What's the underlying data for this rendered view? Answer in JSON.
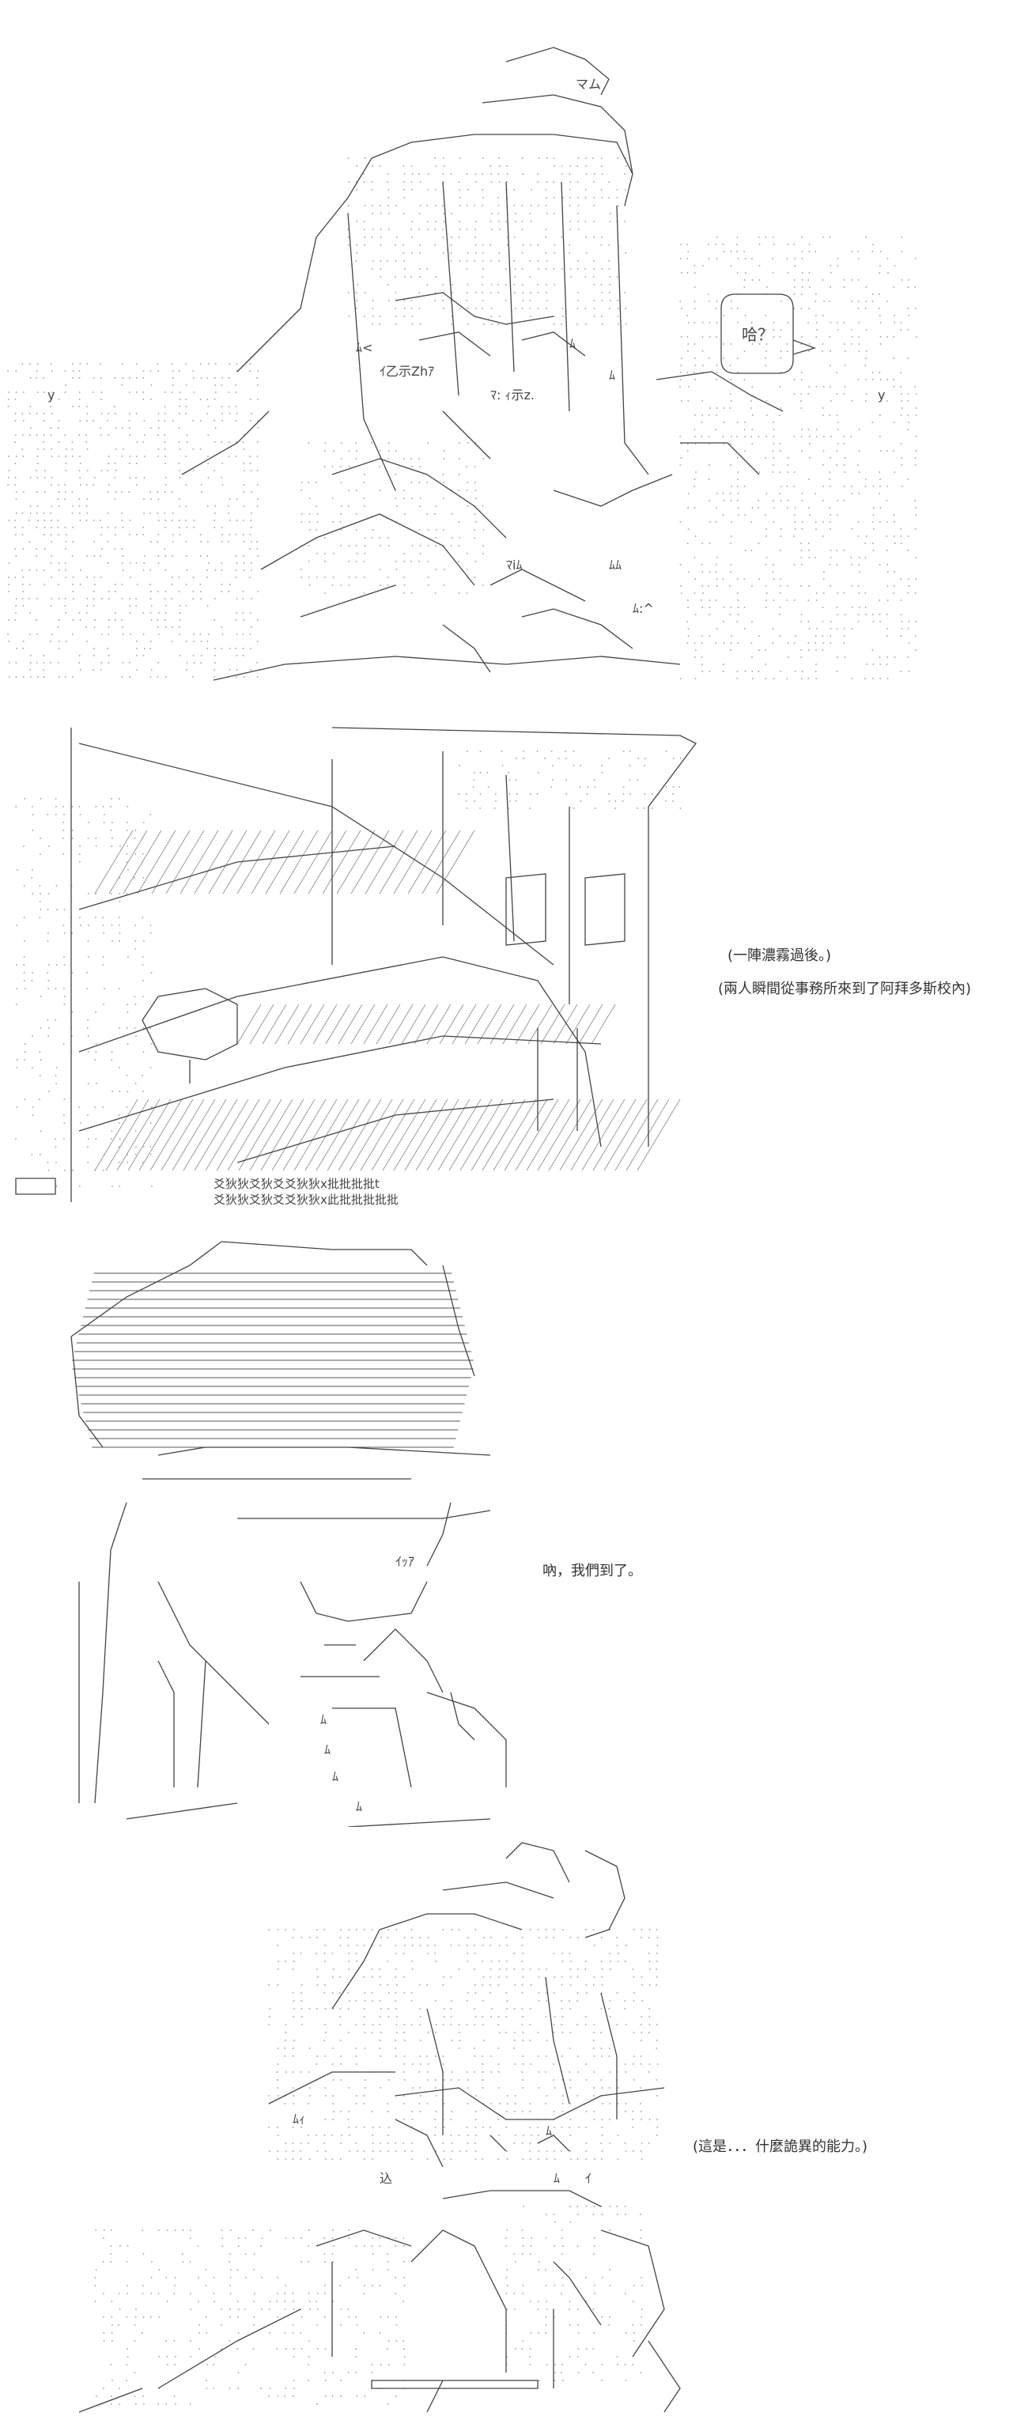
{
  "panels": [
    {
      "id": 1,
      "bubble_text": "哈？",
      "art_glyphs": {
        "a1": "マム",
        "a2": "ﾑ<",
        "a3": "ｲ乙示Zhｱ",
        "a4": "ﾏ: ｨ示z.",
        "a5": "ﾑ",
        "a6": "ﾑ",
        "a7": "ﾏiﾑ",
        "a8": "ﾑ:^",
        "a9": "ﾑﾑ",
        "a10": "y",
        "a11": "y"
      }
    },
    {
      "id": 2,
      "captions": [
        "(一陣濃霧過後。)",
        "(兩人瞬間從事務所來到了阿拜多斯校內)"
      ],
      "art_glyphs": {
        "g1": "爻狄狄爻狄爻爻狄狄x批批批批t",
        "g2": "爻狄狄爻狄爻爻狄狄x此批批批批批"
      }
    },
    {
      "id": 3,
      "captions": [
        "吶，我們到了。"
      ],
      "art_glyphs": {
        "b1": "ｲｯｱ",
        "b2": "ﾑ",
        "b3": "ﾑ",
        "b4": "ﾑ",
        "b5": "ﾑ"
      }
    },
    {
      "id": 4,
      "captions": [
        "(這是．．．什麼詭異的能力。)"
      ],
      "art_glyphs": {
        "c1": "ﾑｨ",
        "c2": "ﾑ",
        "c3": "ﾑ",
        "c4": "ｲ",
        "c5": "込"
      }
    }
  ]
}
